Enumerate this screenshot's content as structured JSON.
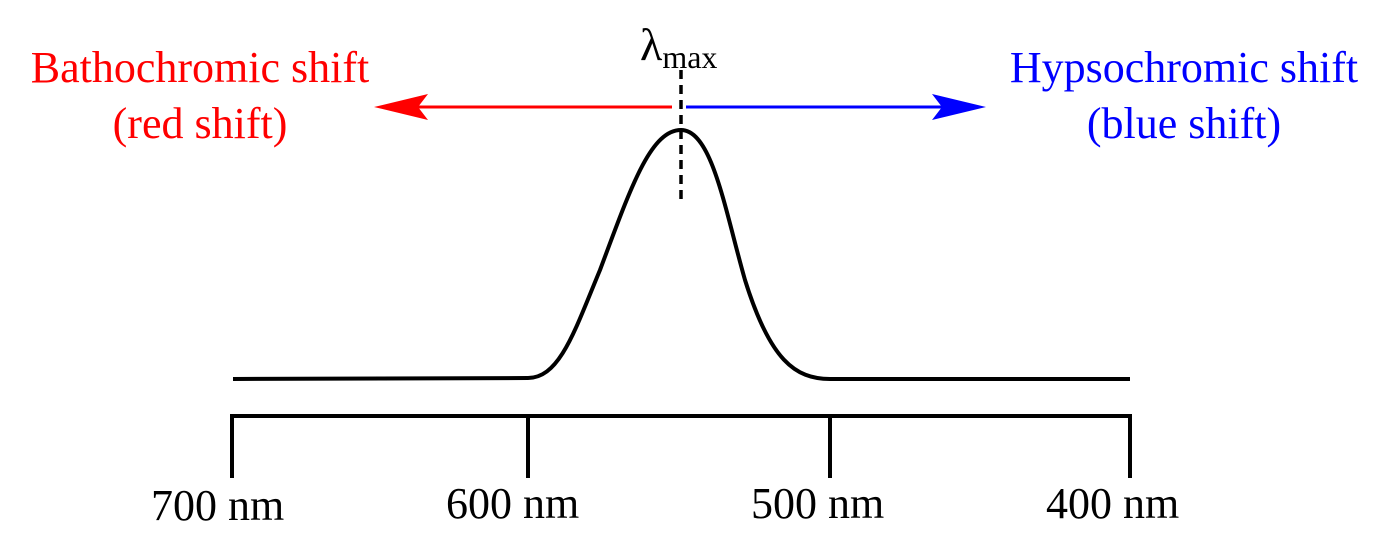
{
  "colors": {
    "red_shift": "#ff0000",
    "blue_shift": "#0000ff",
    "curve": "#000000",
    "axis": "#000000"
  },
  "lambda_max": {
    "symbol": "λ",
    "subscript": "max"
  },
  "bathochromic": {
    "line1": "Bathochromic shift",
    "line2": "(red shift)"
  },
  "hypsochromic": {
    "line1": "Hypsochromic shift",
    "line2": "(blue shift)"
  },
  "axis": {
    "ticks": [
      {
        "label": "700 nm",
        "value": 700
      },
      {
        "label": "600 nm",
        "value": 600
      },
      {
        "label": "500 nm",
        "value": 500
      },
      {
        "label": "400 nm",
        "value": 400
      }
    ]
  }
}
